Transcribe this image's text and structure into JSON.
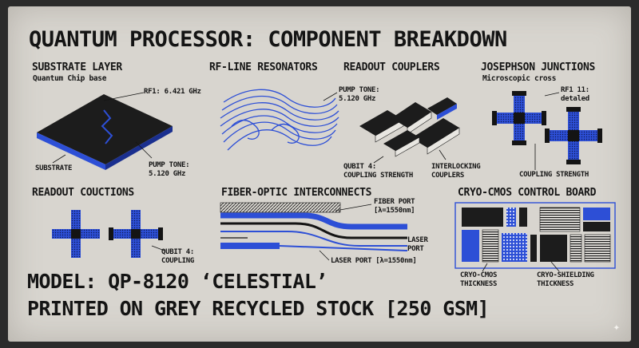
{
  "title": "QUANTUM PROCESSOR: COMPONENT BREAKDOWN",
  "sections": {
    "substrate": {
      "header": "SUBSTRATE LAYER",
      "subtitle": "Quantum Chip base",
      "labels": {
        "rf1": "RF1: 6.421 GHz",
        "substrate": "SUBSTRATE",
        "pump_tone_l1": "PUMP TONE:",
        "pump_tone_l2": "5.120 GHz"
      }
    },
    "rf_line": {
      "header": "RF-LINE RESONATORS",
      "labels": {
        "pump_tone_l1": "PUMP TONE:",
        "pump_tone_l2": "5.120 GHz"
      }
    },
    "readout_couplers": {
      "header": "READOUT COUPLERS",
      "labels": {
        "qubit_l1": "QUBIT 4:",
        "qubit_l2": "COUPLING STRENGTH",
        "interlock_l1": "INTERLOCKING",
        "interlock_l2": "COUPLERS"
      }
    },
    "josephson": {
      "header": "JOSEPHSON JUNCTIONS",
      "subtitle": "Microscopic cross",
      "labels": {
        "rf1_l1": "RF1 11:",
        "rf1_l2": "detaled",
        "coupling": "COUPLING STRENGTH"
      }
    },
    "readout_couctions": {
      "header": "READOUT COUCTIONS",
      "labels": {
        "qubit_l1": "QUBIT 4:",
        "qubit_l2": "COUPLING"
      }
    },
    "fiber_optic": {
      "header": "FIBER-OPTIC INTERCONNECTS",
      "labels": {
        "fiber_l1": "FIBER PORT",
        "fiber_l2": "[λ=1550nm]",
        "laser_l1": "LASER",
        "laser_l2": "PORT",
        "laser_port": "LASER PORT [λ=1550nm]"
      }
    },
    "cryo_cmos": {
      "header": "CRYO-CMOS CONTROL BOARD",
      "labels": {
        "thick_l1": "CRYO-CMOS",
        "thick_l2": "THICKNESS",
        "shield_l1": "CRYO-SHIELDING",
        "shield_l2": "THICKNESS"
      }
    }
  },
  "model_line": "MODEL: QP-8120 ‘CELESTIAL’",
  "printed_line": "PRINTED ON GREY RECYCLED STOCK [250 GSM]",
  "colors": {
    "paper": "#d8d5cf",
    "ink": "#141414",
    "accent_blue": "#2d4fd6"
  },
  "icons": [
    "sparkle-icon"
  ]
}
